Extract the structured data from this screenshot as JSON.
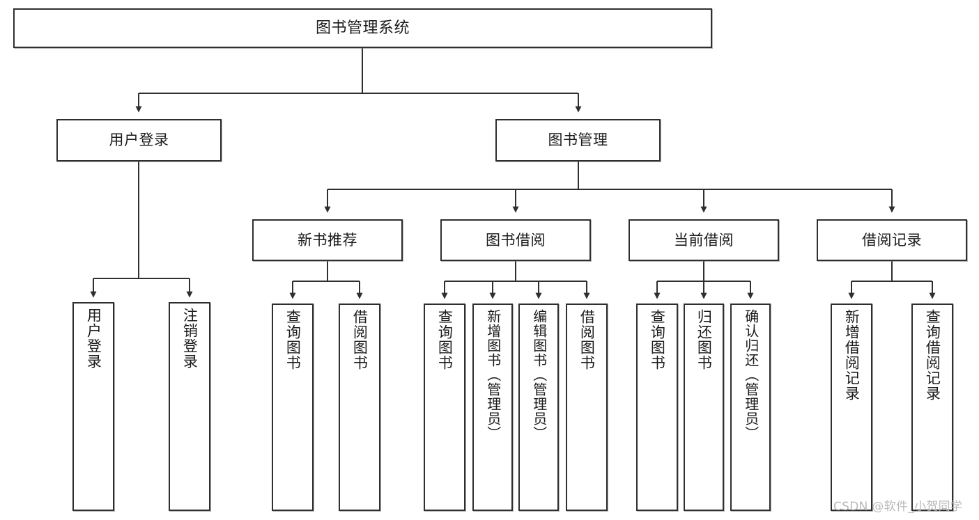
{
  "diagram": {
    "title": "图书管理系统",
    "type": "tree-hierarchy-chart",
    "colors": {
      "border": "#2f2f2f",
      "background": "#ffffff",
      "text": "#1b1b1b",
      "watermark": "#b9b9b9"
    },
    "root": {
      "label": "图书管理系统"
    },
    "level2": [
      {
        "label": "用户登录"
      },
      {
        "label": "图书管理"
      }
    ],
    "level3": [
      {
        "label": "新书推荐"
      },
      {
        "label": "图书借阅"
      },
      {
        "label": "当前借阅"
      },
      {
        "label": "借阅记录"
      }
    ],
    "leaves": {
      "user_login": [
        {
          "label": "用户登录"
        },
        {
          "label": "注销登录"
        }
      ],
      "new_book_recommend": [
        {
          "label": "查询图书"
        },
        {
          "label": "借阅图书"
        }
      ],
      "book_borrow": [
        {
          "label": "查询图书"
        },
        {
          "label": "新增图书（管理员）"
        },
        {
          "label": "编辑图书（管理员）"
        },
        {
          "label": "借阅图书"
        }
      ],
      "current_borrow": [
        {
          "label": "查询图书"
        },
        {
          "label": "归还图书"
        },
        {
          "label": "确认归还（管理员）"
        }
      ],
      "borrow_record": [
        {
          "label": "新增借阅记录"
        },
        {
          "label": "查询借阅记录"
        }
      ]
    },
    "watermark": "CSDN @软件_小贺同学"
  }
}
